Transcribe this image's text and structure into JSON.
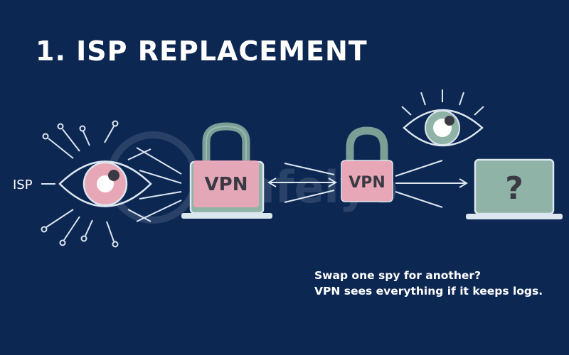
{
  "title": "1. ISP REPLACEMENT",
  "labels": {
    "isp": "ISP",
    "vpn_laptop": "VPN",
    "vpn_lock": "VPN",
    "unknown_screen": "?"
  },
  "watermark": "Safelyo",
  "caption": {
    "line1": "Swap one spy for another?",
    "line2": "VPN sees everything if it keeps logs."
  },
  "colors": {
    "background": "#0c2752",
    "line": "#dce6ef",
    "lock_body": "#e8a7b7",
    "shackle": "#7b9f95",
    "laptop_screen": "#8fb3a6",
    "text_dark": "#3a3a44"
  },
  "icons": [
    "eye-icon",
    "padlock-icon",
    "laptop-icon",
    "question-mark-icon",
    "arrow-icon"
  ]
}
